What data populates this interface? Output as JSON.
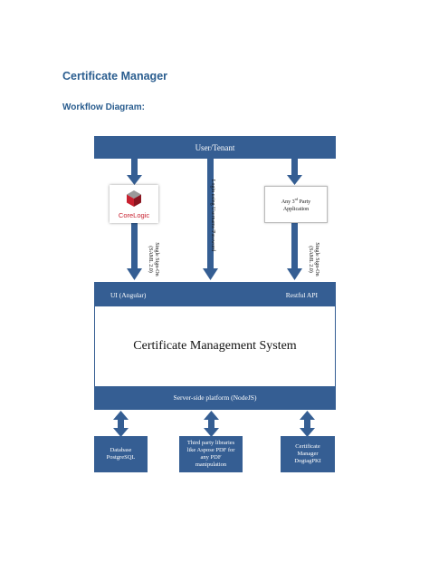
{
  "page": {
    "title": "Certificate Manager",
    "subtitle": "Workflow Diagram:"
  },
  "diagram": {
    "user_bar": "User/Tenant",
    "logo_text": "CoreLogic",
    "third_party_app": {
      "line1": "Any 3rd Party",
      "line2": "Application"
    },
    "sso_left": {
      "line1": "Single Sign-On",
      "line2": "(SAML 2.0)"
    },
    "login_label": "Login using Username/Password",
    "sso_right": {
      "line1": "Single Sign-On",
      "line2": "(SAML 2.0)"
    },
    "system": {
      "ui_label": "UI (Angular)",
      "api_label": "Restful API",
      "title": "Certificate Management System",
      "platform_label": "Server-side platform (NodeJS)"
    },
    "bottom_boxes": {
      "database": {
        "line1": "Database",
        "line2": "PostgreSQL"
      },
      "libraries": {
        "line1": "Third party libraries",
        "line2": "like Aspose PDF for",
        "line3": "any PDF",
        "line4": "manipulation"
      },
      "cert_manager": {
        "line1": "Certificate",
        "line2": "Manager",
        "line3": "DogtagPKI"
      }
    },
    "colors": {
      "bar": "#355e93",
      "heading": "#2a5d8f",
      "logo_red": "#c8202f"
    }
  }
}
